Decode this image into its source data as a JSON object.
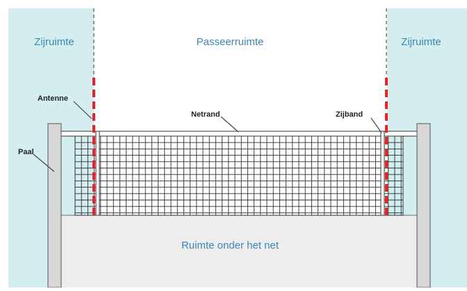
{
  "labels": {
    "zijruimte_left": "Zijruimte",
    "passeerruimte": "Passeerruimte",
    "zijruimte_right": "Zijruimte",
    "ruimte_onder": "Ruimte onder het net"
  },
  "callouts": {
    "antenne": "Antenne",
    "netrand": "Netrand",
    "zijband": "Zijband",
    "paal": "Paal"
  },
  "colors": {
    "side_space": "#d4eef0",
    "under_net": "#ededed",
    "antenna_red": "#e8212b",
    "post_grey": "#d7d7d7",
    "label_blue": "#3b86b8"
  }
}
